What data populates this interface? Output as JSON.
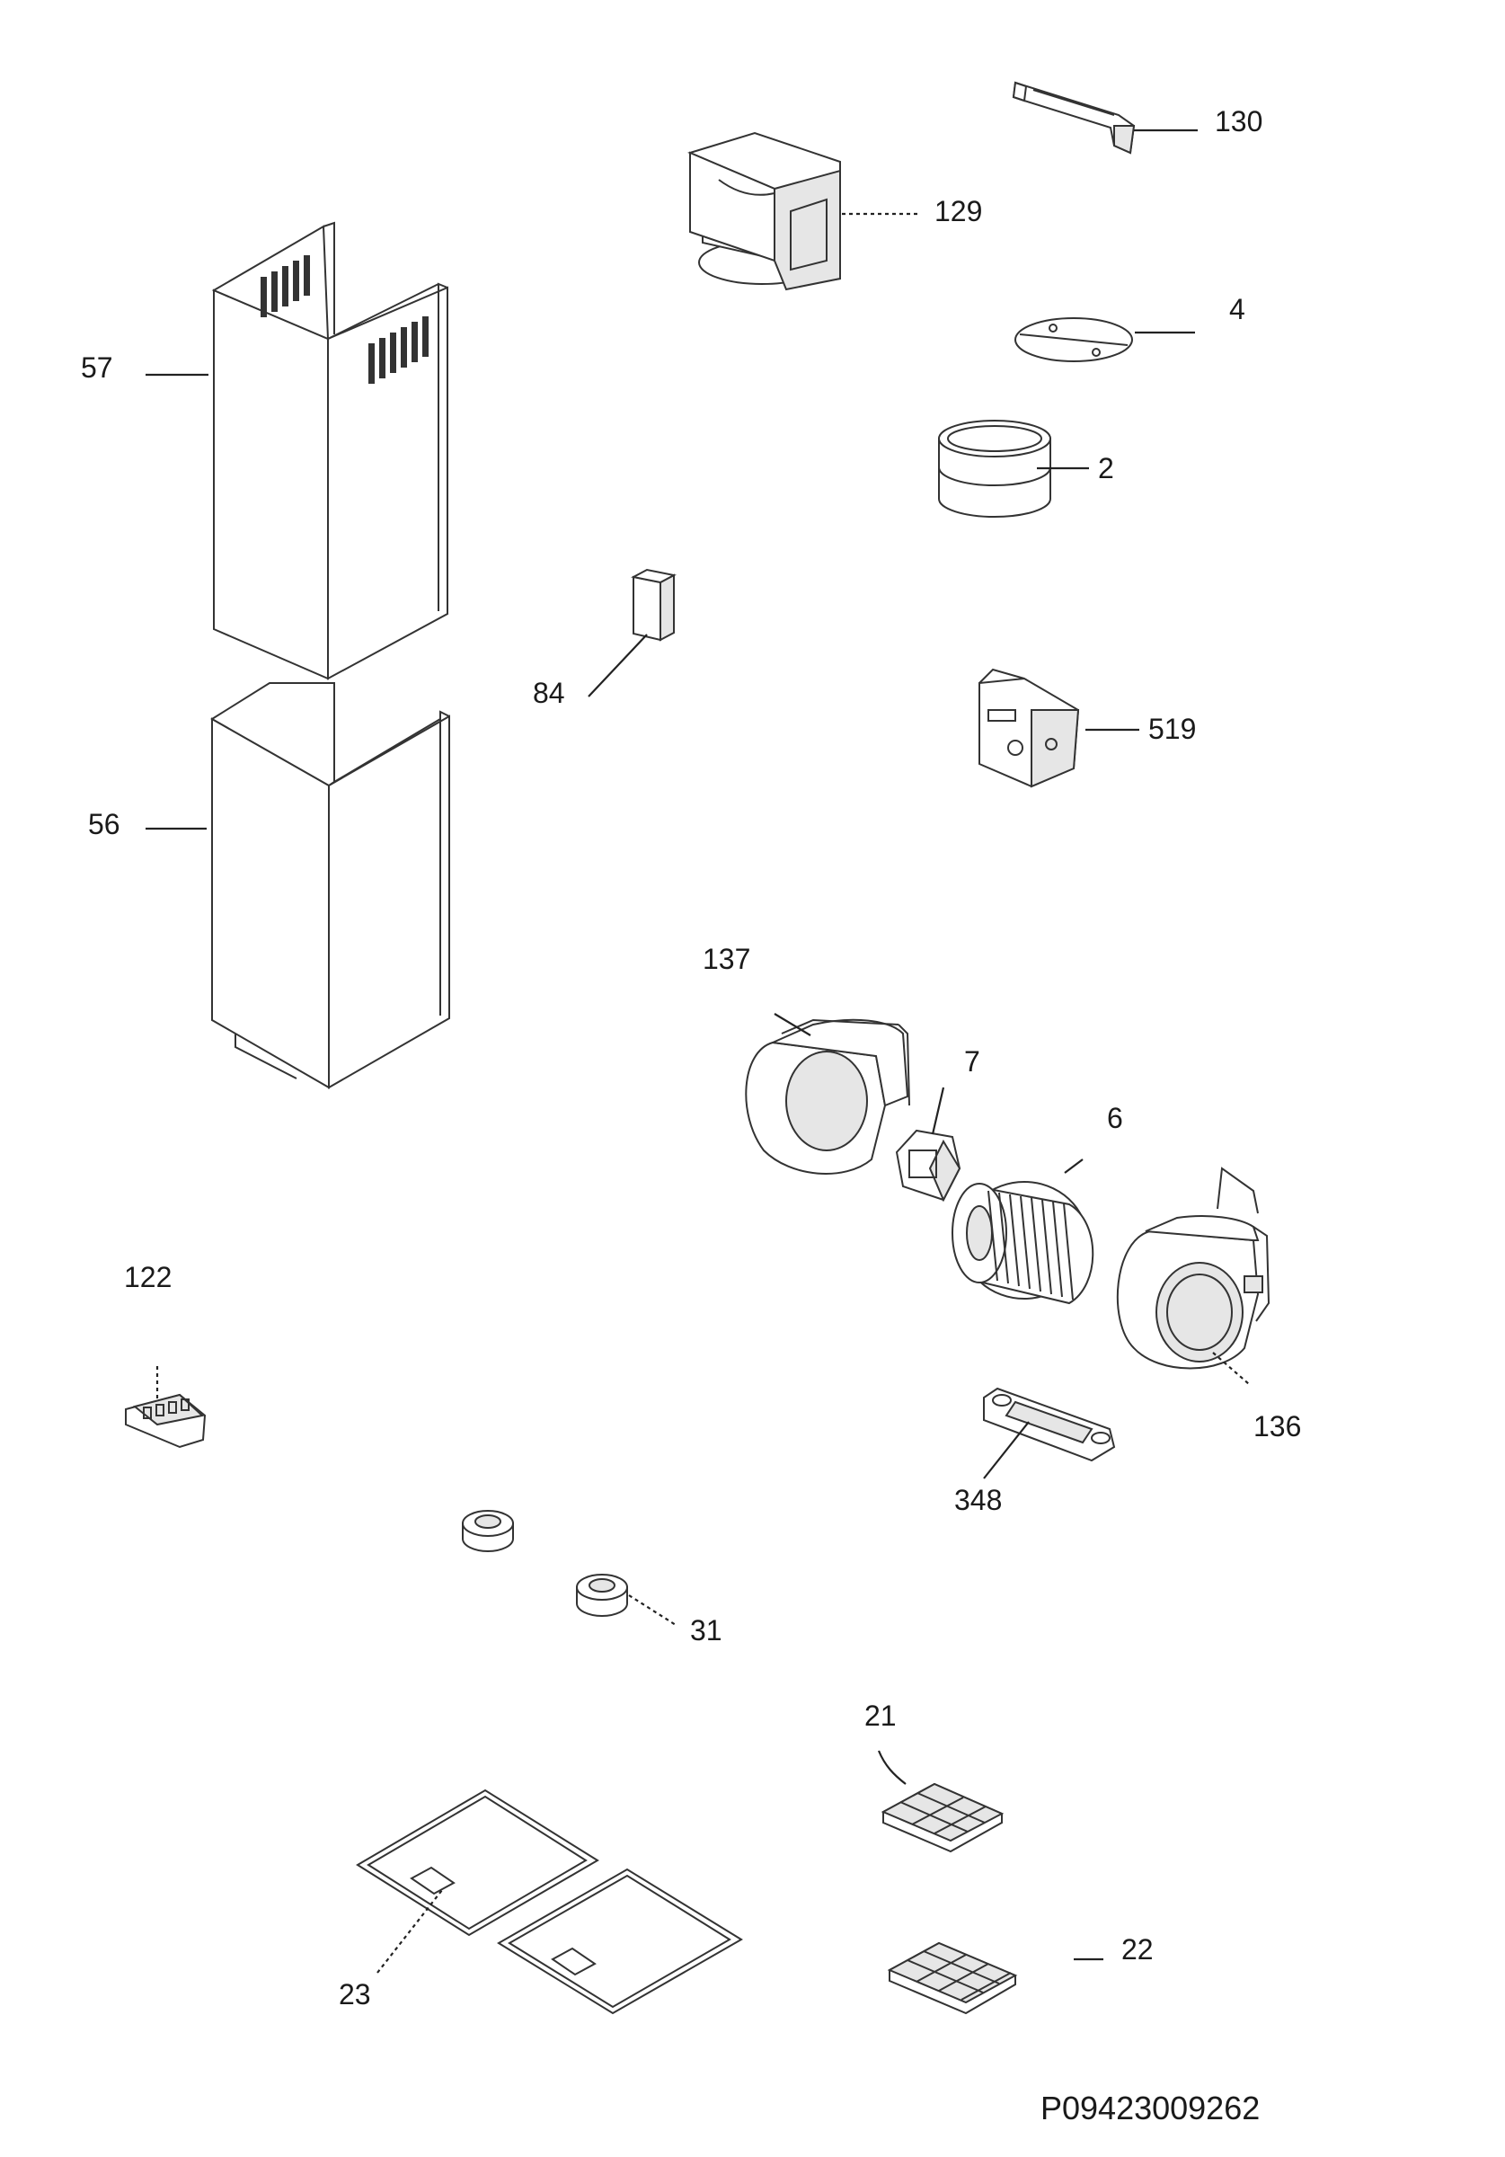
{
  "diagram": {
    "labels": {
      "p130": "130",
      "p129": "129",
      "p4": "4",
      "p2": "2",
      "p57": "57",
      "p84": "84",
      "p519": "519",
      "p56": "56",
      "p137": "137",
      "p7": "7",
      "p6": "6",
      "p122": "122",
      "p136": "136",
      "p348": "348",
      "p31": "31",
      "p21": "21",
      "p23": "23",
      "p22": "22"
    },
    "reference_code": "P09423009262"
  }
}
